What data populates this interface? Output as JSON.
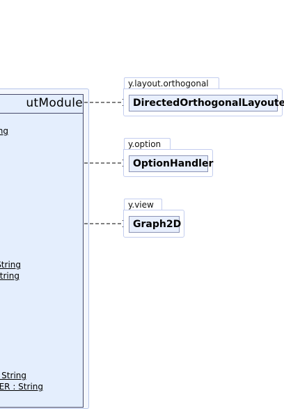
{
  "main_class": {
    "title": "utModule",
    "attributes": [
      {
        "text": "ng"
      },
      {
        "text": "String"
      },
      {
        "text": "tring"
      },
      {
        "text": ": String"
      },
      {
        "text": "ER : String"
      }
    ]
  },
  "packages": [
    {
      "package": "y.layout.orthogonal",
      "class_name": "DirectedOrthogonalLayouter"
    },
    {
      "package": "y.option",
      "class_name": "OptionHandler"
    },
    {
      "package": "y.view",
      "class_name": "Graph2D"
    }
  ],
  "colors": {
    "class_fill": "#e4eefd",
    "class_border": "#46496a",
    "package_border": "#c3cdef",
    "edge": "#000000"
  }
}
